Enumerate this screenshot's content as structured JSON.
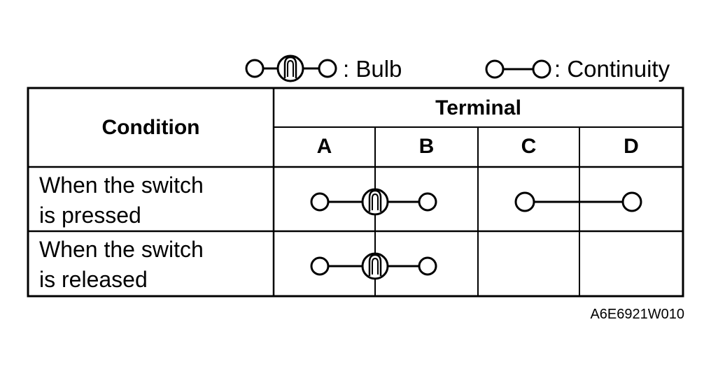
{
  "legend": {
    "bulb_label": ": Bulb",
    "continuity_label": ": Continuity"
  },
  "table": {
    "condition_header": "Condition",
    "terminal_header": "Terminal",
    "terminals": [
      "A",
      "B",
      "C",
      "D"
    ],
    "rows": [
      {
        "line1": "When the switch",
        "line2": "is pressed",
        "connections": [
          {
            "from": "A",
            "to": "B",
            "type": "bulb"
          },
          {
            "from": "C",
            "to": "D",
            "type": "continuity"
          }
        ]
      },
      {
        "line1": "When the switch",
        "line2": "is released",
        "connections": [
          {
            "from": "A",
            "to": "B",
            "type": "bulb"
          }
        ]
      }
    ]
  },
  "figure_code": "A6E6921W010"
}
